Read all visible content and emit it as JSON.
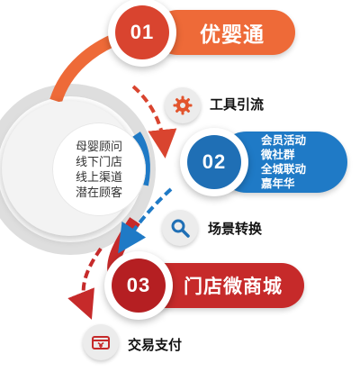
{
  "colors": {
    "orange": "#ee6a38",
    "blue": "#1f7ac6",
    "red": "#c62a2a",
    "ring_gray": "#dcdcdc"
  },
  "center": {
    "lines": [
      "母婴顾问",
      "线下门店",
      "线上渠道",
      "潜在顾客"
    ]
  },
  "steps": [
    {
      "number": "01",
      "title": "优婴通"
    },
    {
      "number": "02",
      "lines": [
        "会员活动",
        "微社群",
        "全城联动",
        "嘉年华"
      ]
    },
    {
      "number": "03",
      "title": "门店微商城"
    }
  ],
  "connectors": [
    {
      "icon": "gear-icon",
      "label": "工具引流"
    },
    {
      "icon": "search-icon",
      "label": "场景转换"
    },
    {
      "icon": "payment-icon",
      "label": "交易支付"
    }
  ]
}
